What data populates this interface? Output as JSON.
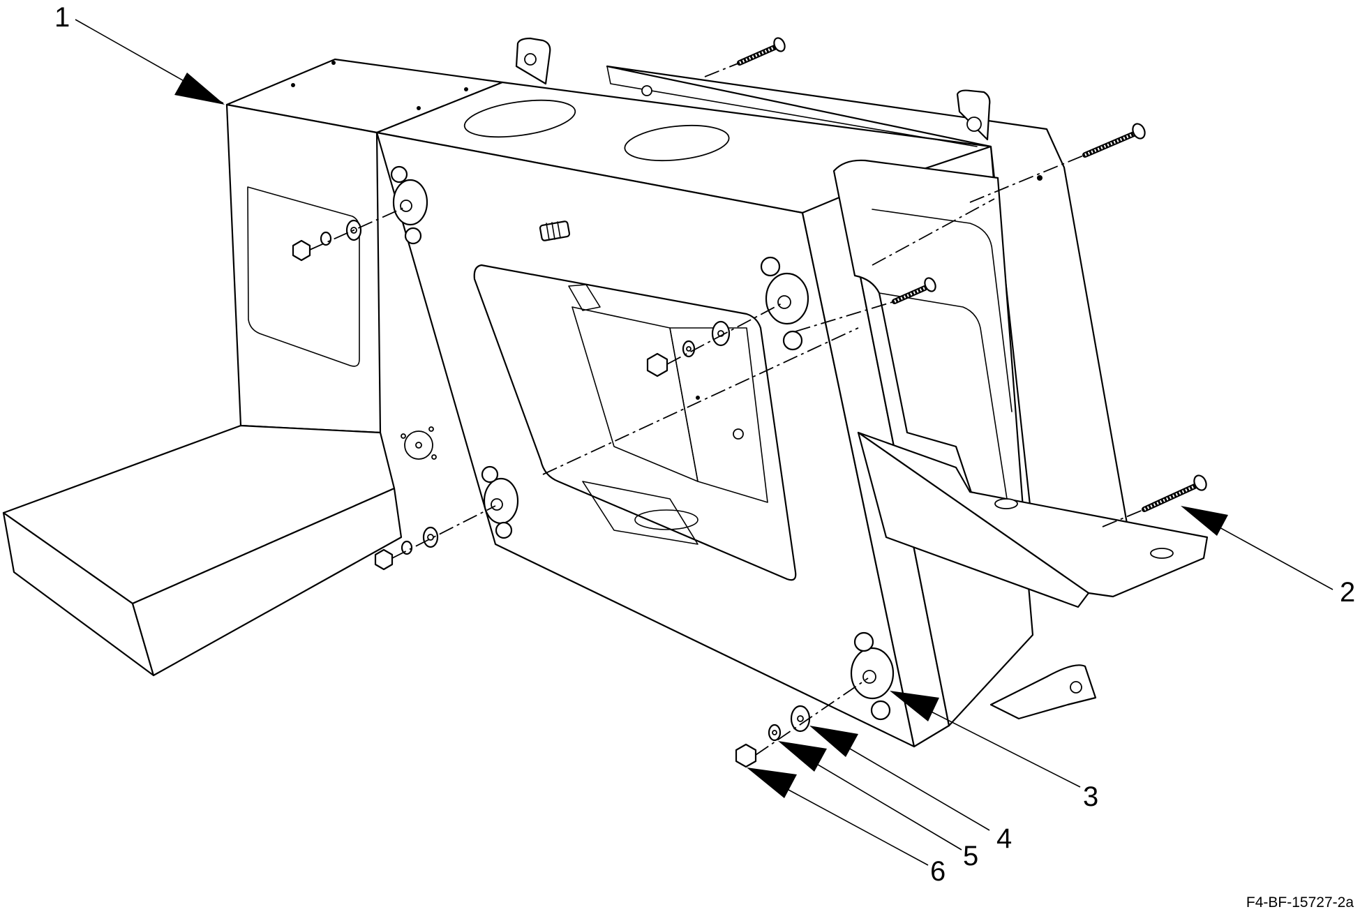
{
  "diagram": {
    "callouts": [
      {
        "id": "1",
        "label": "1"
      },
      {
        "id": "2",
        "label": "2"
      },
      {
        "id": "3",
        "label": "3"
      },
      {
        "id": "4",
        "label": "4"
      },
      {
        "id": "5",
        "label": "5"
      },
      {
        "id": "6",
        "label": "6"
      }
    ],
    "figure_code": "F4-BF-15727-2a",
    "colors": {
      "line": "#000000",
      "background": "#ffffff"
    }
  }
}
